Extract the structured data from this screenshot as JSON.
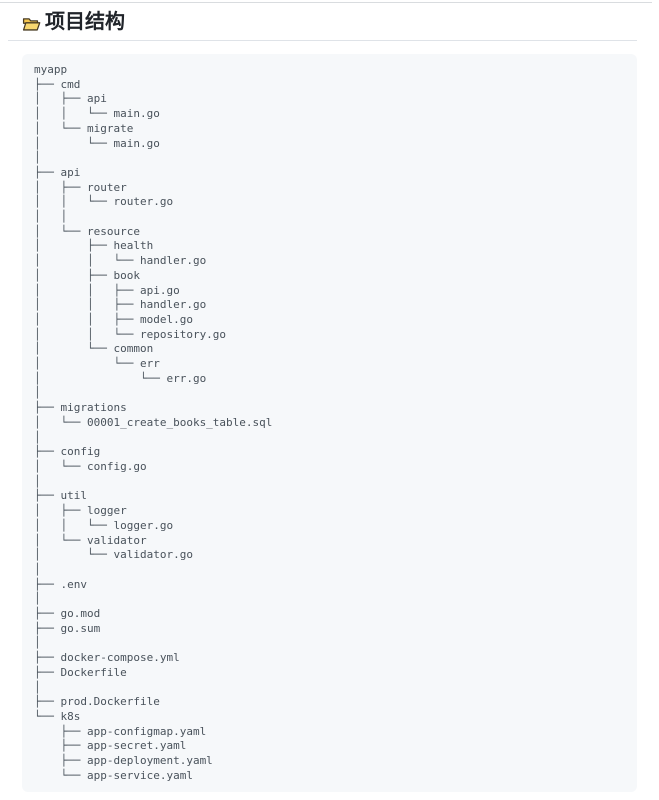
{
  "page": {
    "title": "项目结构",
    "title_icon": "open-folder"
  },
  "colors": {
    "page_background": "#ffffff",
    "top_rule": "#d9dcdf",
    "heading_text": "#20242a",
    "heading_rule": "#dfe3e8",
    "code_background": "#f6f8fa",
    "code_text": "#49525b",
    "folder_icon_fill": "#f6c64f",
    "folder_icon_front_fill": "#f9d870",
    "folder_icon_outline": "#473a22"
  },
  "file_tree": {
    "root": "myapp",
    "lines": [
      "myapp",
      "├── cmd",
      "│   ├── api",
      "│   │   └── main.go",
      "│   └── migrate",
      "│       └── main.go",
      "│",
      "├── api",
      "│   ├── router",
      "│   │   └── router.go",
      "│   │",
      "│   └── resource",
      "│       ├── health",
      "│       │   └── handler.go",
      "│       ├── book",
      "│       │   ├── api.go",
      "│       │   ├── handler.go",
      "│       │   ├── model.go",
      "│       │   └── repository.go",
      "│       └── common",
      "│           └── err",
      "│               └── err.go",
      "│",
      "├── migrations",
      "│   └── 00001_create_books_table.sql",
      "│",
      "├── config",
      "│   └── config.go",
      "│",
      "├── util",
      "│   ├── logger",
      "│   │   └── logger.go",
      "│   └── validator",
      "│       └── validator.go",
      "│",
      "├── .env",
      "│",
      "├── go.mod",
      "├── go.sum",
      "│",
      "├── docker-compose.yml",
      "├── Dockerfile",
      "│",
      "├── prod.Dockerfile",
      "└── k8s",
      "    ├── app-configmap.yaml",
      "    ├── app-secret.yaml",
      "    ├── app-deployment.yaml",
      "    └── app-service.yaml"
    ]
  }
}
